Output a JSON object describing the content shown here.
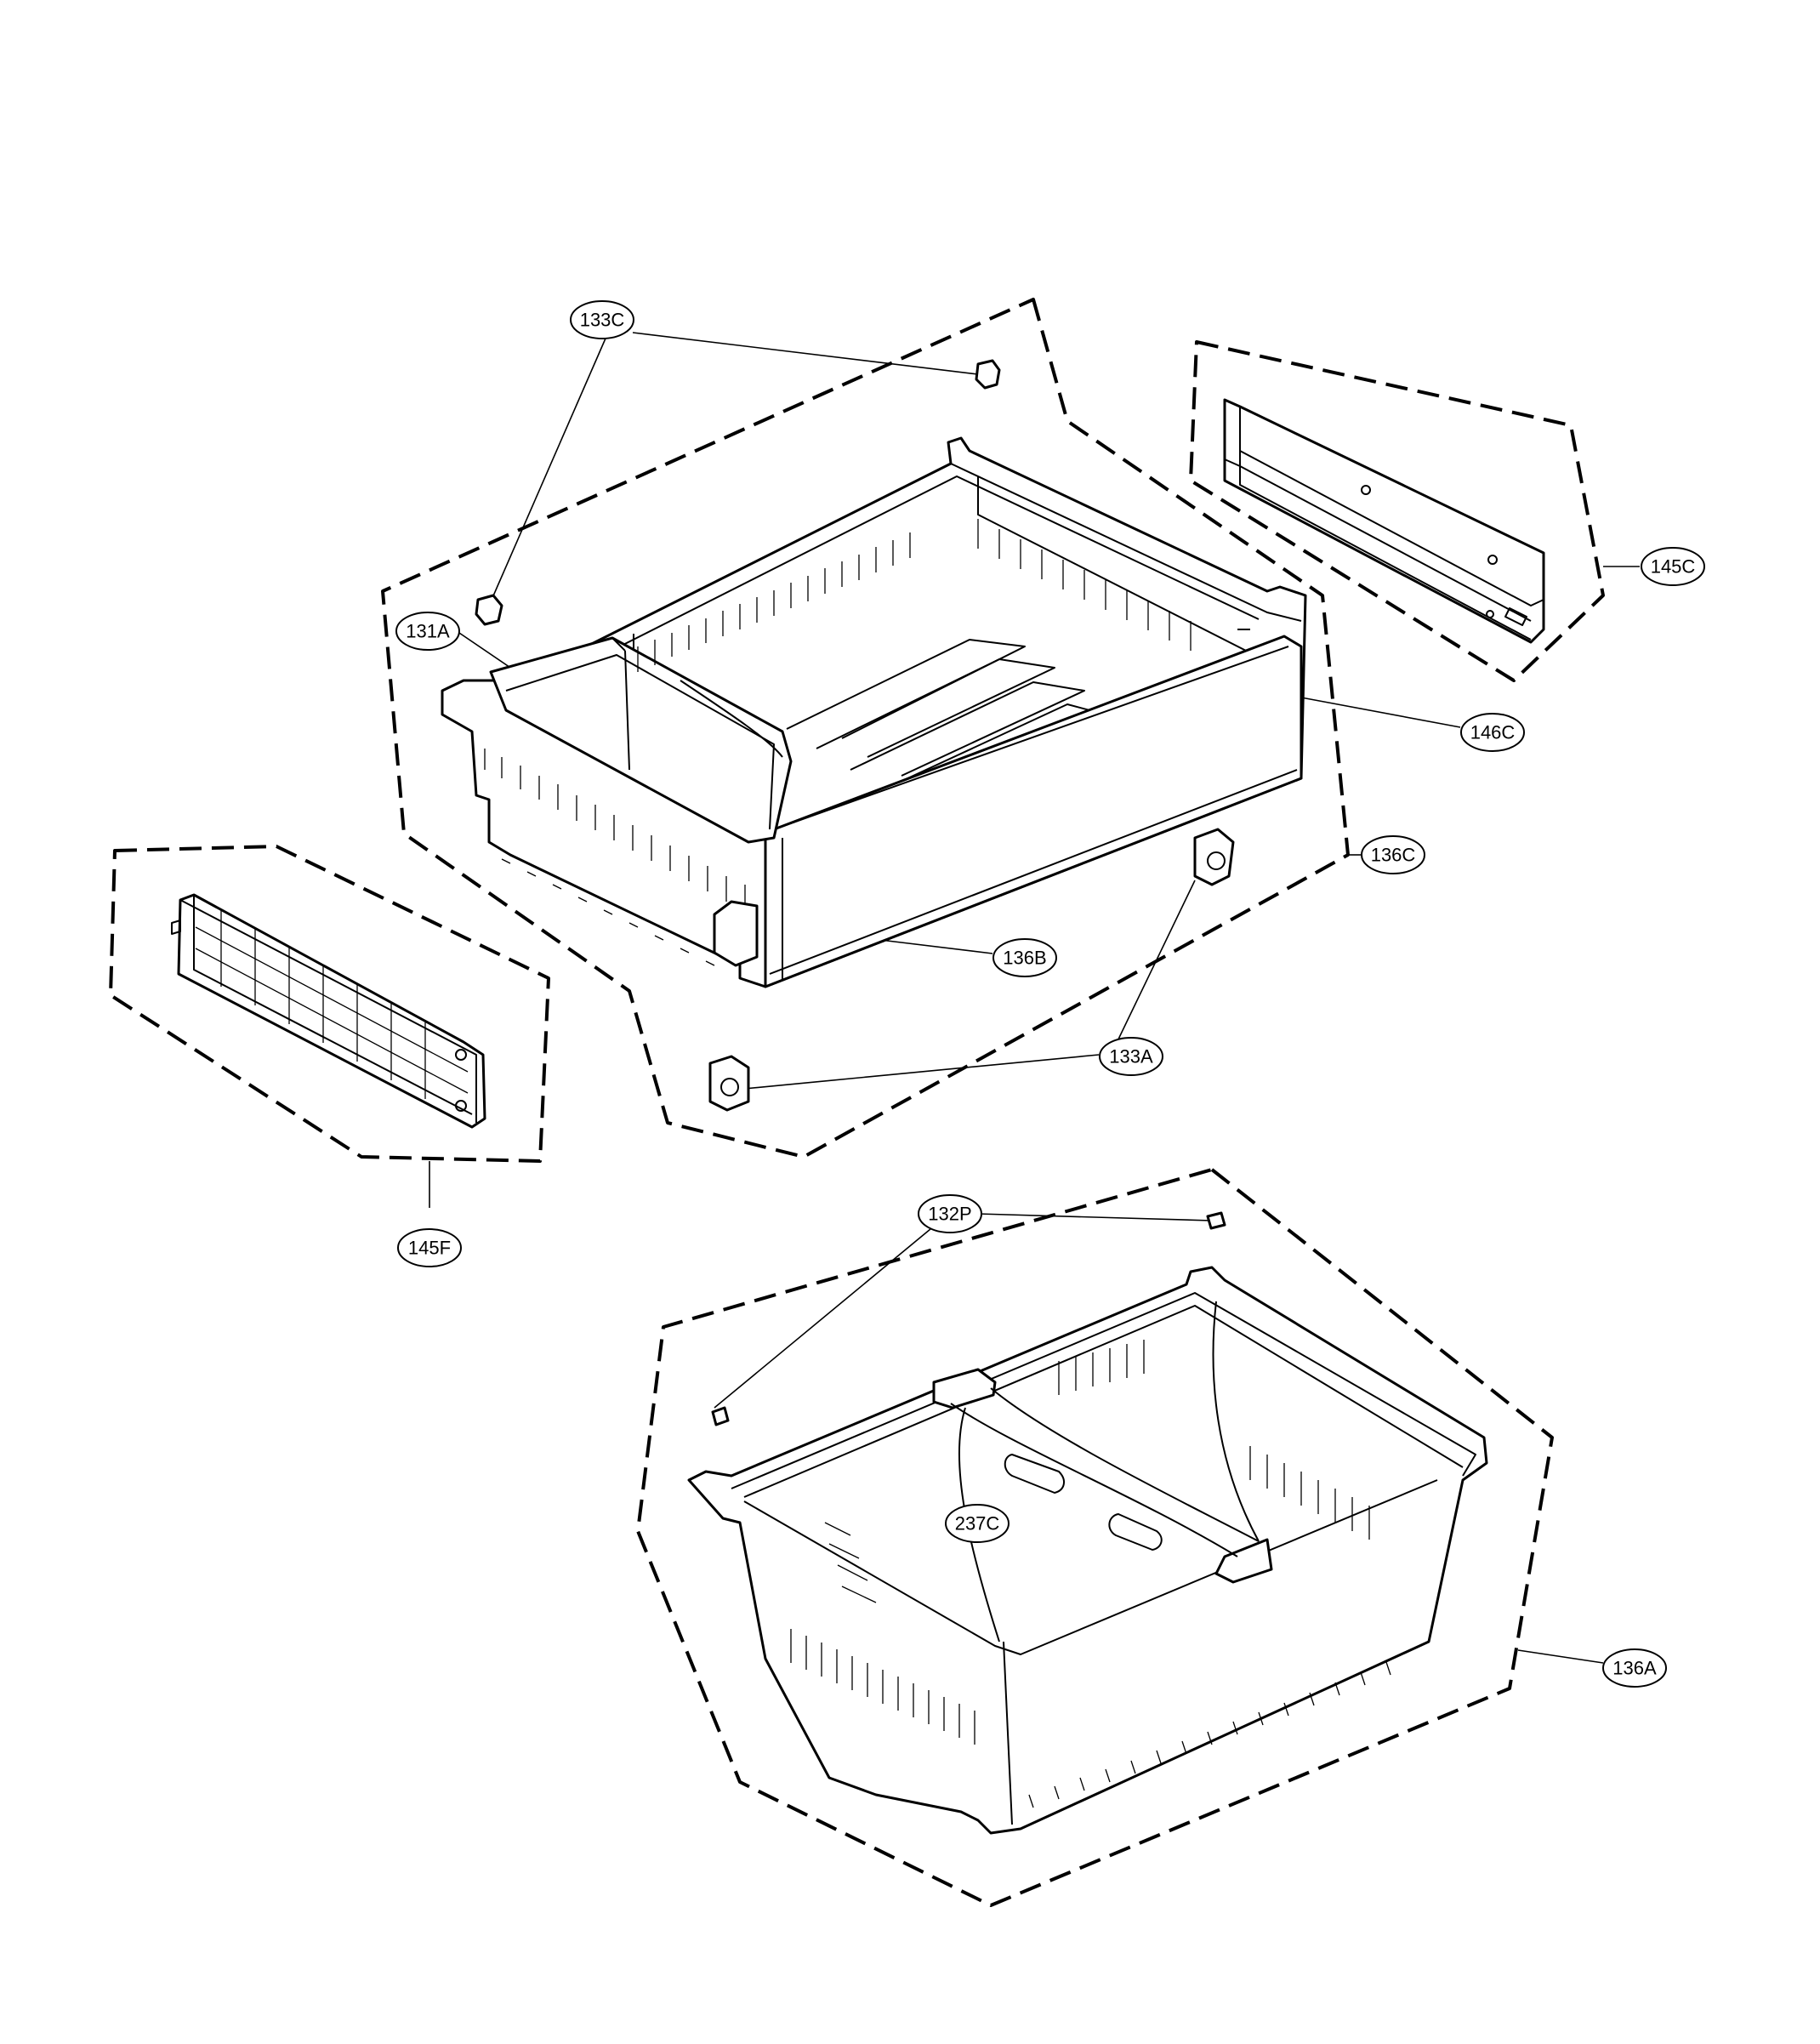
{
  "callouts": [
    {
      "id": "133C",
      "label": "133C"
    },
    {
      "id": "145C",
      "label": "145C"
    },
    {
      "id": "131A",
      "label": "131A"
    },
    {
      "id": "146C",
      "label": "146C"
    },
    {
      "id": "136C",
      "label": "136C"
    },
    {
      "id": "136B",
      "label": "136B"
    },
    {
      "id": "133A",
      "label": "133A"
    },
    {
      "id": "145F",
      "label": "145F"
    },
    {
      "id": "132P",
      "label": "132P"
    },
    {
      "id": "237C",
      "label": "237C"
    },
    {
      "id": "136A",
      "label": "136A"
    }
  ]
}
